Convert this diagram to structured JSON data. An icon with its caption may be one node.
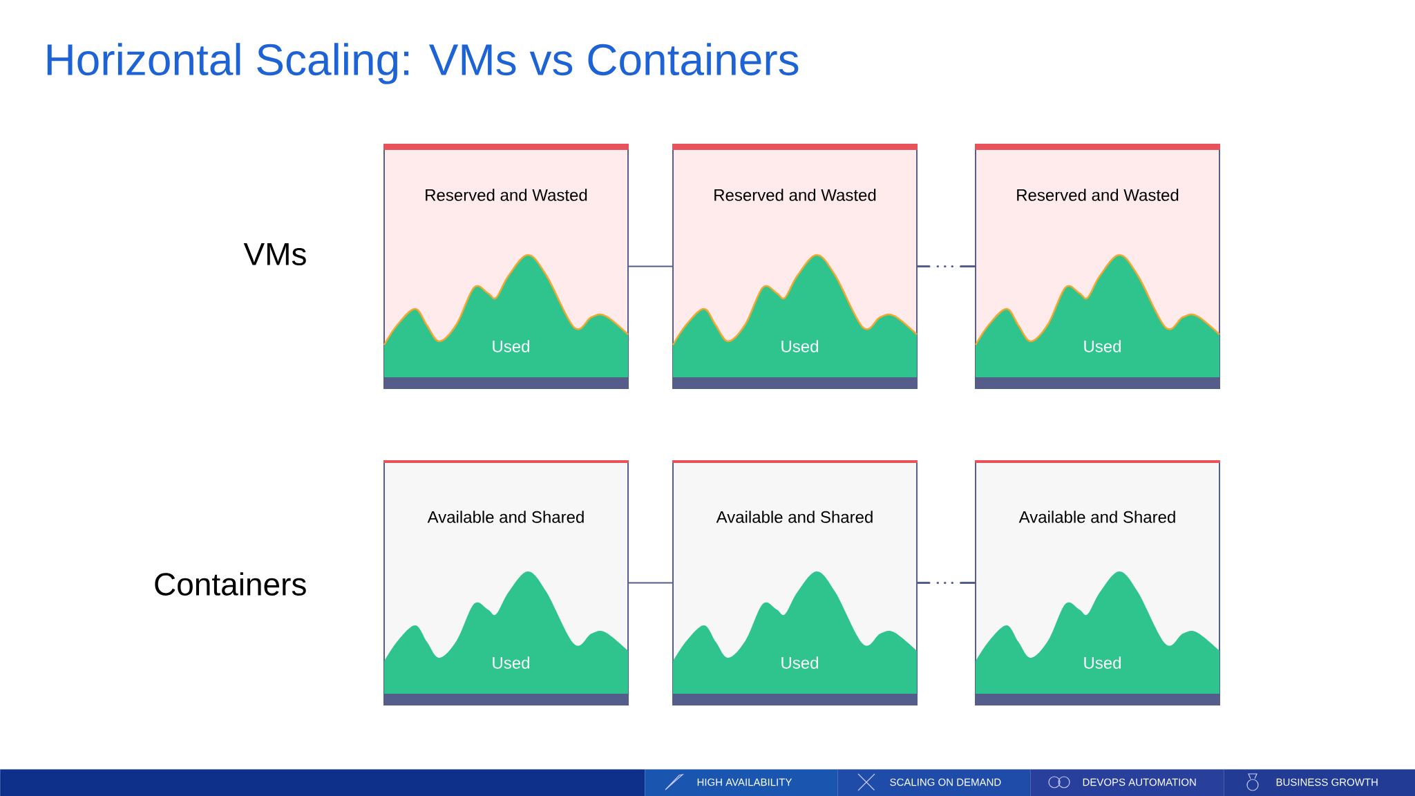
{
  "diagram": {
    "title": "Horizontal Scaling: VMs vs Containers",
    "nodes": [
      {
        "text": [
          "Reserved and Wasted",
          "Used"
        ]
      },
      {
        "text": [
          "Reserved and Wasted",
          "Used"
        ]
      },
      {
        "text": [
          "Reserved and Wasted",
          "Used"
        ]
      },
      {
        "text": [
          "Available and Shared",
          "Used"
        ]
      },
      {
        "text": [
          "Available and Shared",
          "Used"
        ]
      },
      {
        "text": [
          "Available and Shared",
          "Used"
        ]
      }
    ],
    "edges": [
      {
        "from": 0,
        "to": 1,
        "arrow": "none"
      },
      {
        "from": 1,
        "to": 2,
        "arrow": "none",
        "style": "dashed"
      },
      {
        "from": 3,
        "to": 4,
        "arrow": "none"
      },
      {
        "from": 4,
        "to": 5,
        "arrow": "none",
        "style": "dashed"
      }
    ],
    "labels": [
      "VMs",
      "Containers",
      "HIGH AVAILABILITY",
      "SCALING ON DEMAND",
      "DEVOPS AUTOMATION",
      "BUSINESS GROWTH"
    ]
  }
}
